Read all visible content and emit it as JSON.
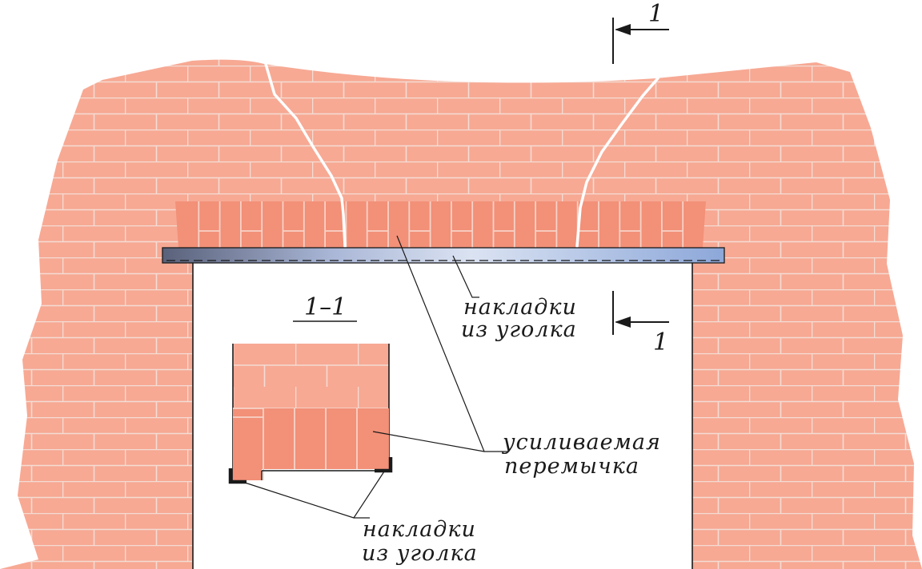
{
  "colors": {
    "wall_fill": "#f7a994",
    "mortar": "#f4dcd3",
    "lintel_fill": "#f29078",
    "lintel_mortar": "#f6d2c7",
    "angle_dark": "#59617a",
    "angle_light": "#dbe3f2",
    "angle_right": "#8ca7d9",
    "line": "#1a1a1a",
    "crack": "#ffffff"
  },
  "section_mark": {
    "label": "1",
    "section_title": "1–1"
  },
  "callouts": {
    "angle_plates_main": [
      "накладки",
      "из уголка"
    ],
    "reinforced_lintel": [
      "усиливаемая",
      "перемычка"
    ],
    "angle_plates_section": [
      "накладки",
      "из уголка"
    ]
  }
}
